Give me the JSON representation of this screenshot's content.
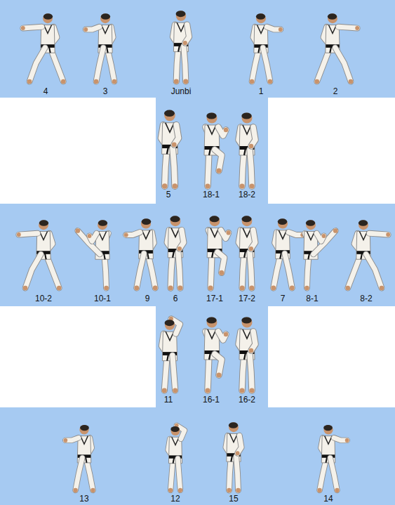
{
  "diagram": {
    "labels": [
      "4",
      "3",
      "Junbi",
      "1",
      "2",
      "5",
      "18-1",
      "18-2",
      "10-2",
      "10-1",
      "9",
      "6",
      "17-1",
      "17-2",
      "7",
      "8-1",
      "8-2",
      "11",
      "16-1",
      "16-2",
      "13",
      "12",
      "15",
      "14"
    ]
  }
}
